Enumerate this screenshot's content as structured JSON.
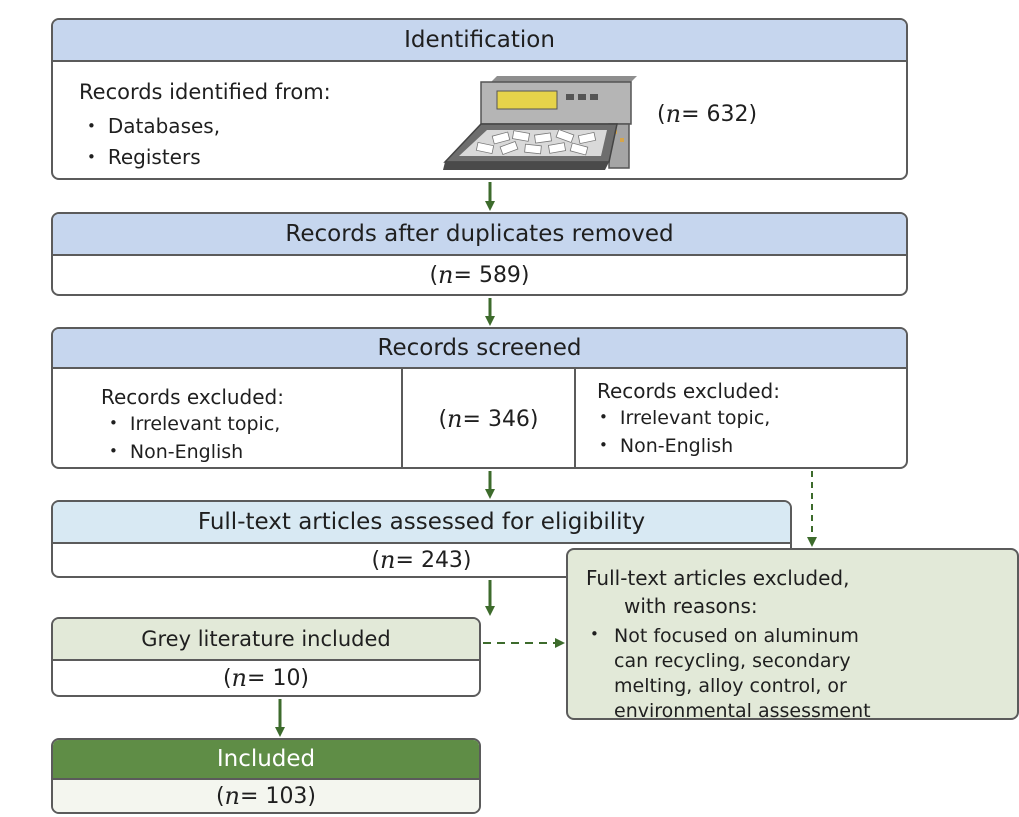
{
  "identification": {
    "title": "Identification",
    "lead": "Records identified from:",
    "items": [
      "Databases,",
      "Registers"
    ],
    "count_prefix": "(",
    "n": "n",
    "count_value": " = 632)"
  },
  "duplicates": {
    "title": "Records after duplicates removed",
    "count_prefix": "(",
    "n": "n",
    "count_value": " = 589)"
  },
  "screened": {
    "title": "Records screened",
    "left": {
      "lead": "Records excluded:",
      "items": [
        "Irrelevant topic,",
        "Non-English"
      ]
    },
    "count_prefix": "(",
    "n": "n",
    "count_value": " = 346)",
    "right": {
      "lead": "Records excluded:",
      "items": [
        "Irrelevant topic,",
        "Non-English"
      ]
    }
  },
  "fulltext": {
    "title": "Full-text articles assessed for eligibility",
    "count_prefix": "(",
    "n": "n",
    "count_value": " = 243)"
  },
  "excluded_fulltext": {
    "title_line1": "Full-text articles excluded,",
    "title_line2": "with reasons:",
    "reason_lines": [
      "Not focused on aluminum",
      "can recycling, secondary",
      "melting, alloy control, or",
      "environmental assessment"
    ]
  },
  "grey": {
    "title": "Grey literature included",
    "count_prefix": "(",
    "n": "n",
    "count_value": " = 10)"
  },
  "included": {
    "title": "Included",
    "count_prefix": "(",
    "n": "n",
    "count_value": " = 103)"
  },
  "colors": {
    "header_blue": "#c6d6ee",
    "header_lightblue": "#d8e9f3",
    "sage": "#e2e9d8",
    "included_green": "#5f8d46",
    "arrow_green": "#3d6b2c"
  },
  "icons": {
    "records_icon": "printer-tray-icon"
  }
}
